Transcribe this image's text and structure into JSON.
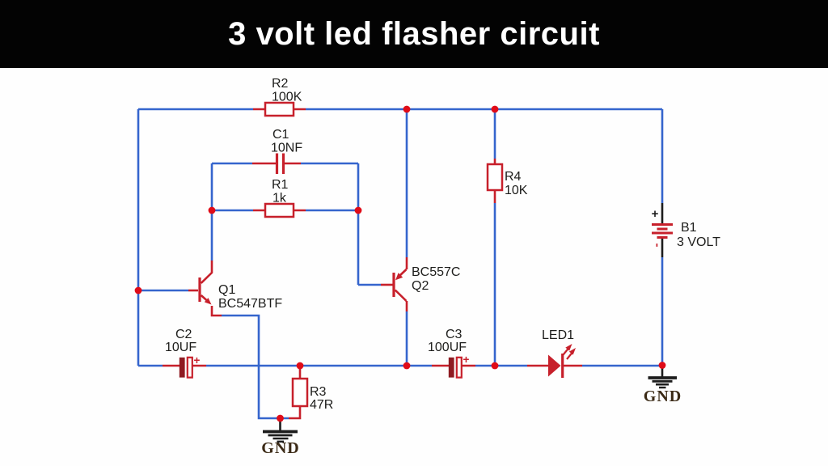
{
  "header": {
    "title": "3 volt led flasher circuit"
  },
  "colors": {
    "header_bg": "#030303",
    "header_text": "#ffffff",
    "canvas_bg": "#fefefe",
    "wire": "#3565cd",
    "component": "#c7202b",
    "component_dark": "#8e1b22",
    "junction": "#e00c18",
    "label": "#1d1d1b",
    "gnd_text": "#3b2a16",
    "schematic_black": "#1c1c1c"
  },
  "components": {
    "r2": {
      "ref": "R2",
      "value": "100K"
    },
    "c1": {
      "ref": "C1",
      "value": "10NF"
    },
    "r1": {
      "ref": "R1",
      "value": "1k"
    },
    "q1": {
      "ref": "Q1",
      "value": "BC547BTF"
    },
    "q2": {
      "ref": "Q2",
      "value": "BC557C"
    },
    "r4": {
      "ref": "R4",
      "value": "10K"
    },
    "b1": {
      "ref": "B1",
      "value": "3 VOLT",
      "plus": "+",
      "minus": "-"
    },
    "c2": {
      "ref": "C2",
      "value": "10UF",
      "plus": "+"
    },
    "c3": {
      "ref": "C3",
      "value": "100UF",
      "plus": "+"
    },
    "led1": {
      "ref": "LED1"
    },
    "r3": {
      "ref": "R3",
      "value": "47R"
    },
    "gnd_left": {
      "label": "GND"
    },
    "gnd_right": {
      "label": "GND"
    }
  }
}
